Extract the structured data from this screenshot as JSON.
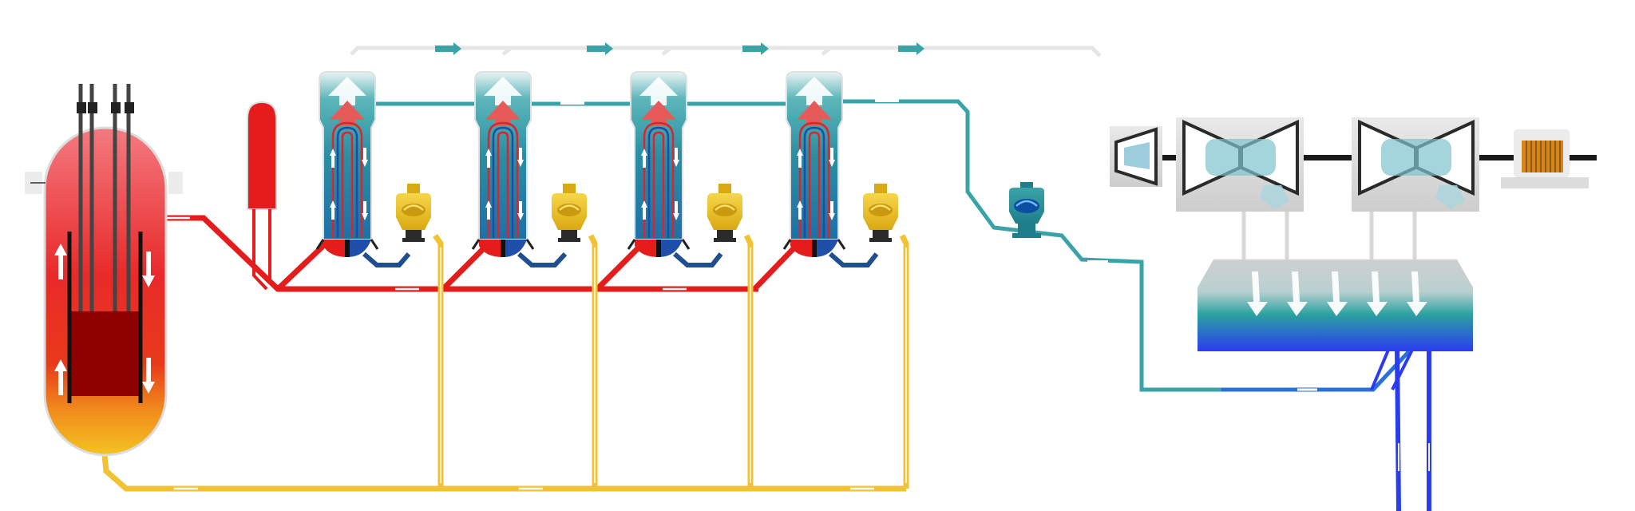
{
  "diagram": {
    "title": "",
    "colors": {
      "primary_hot": "#e41c1c",
      "primary_cold": "#f1c232",
      "secondary_steam": "#3aa3a8",
      "secondary_feed": "#2b6fd9",
      "cooling_water": "#2b3cf0",
      "shaft": "#1a1a1a",
      "generator": "#d4861c",
      "casing": "#d9d9d9"
    },
    "components": [
      {
        "id": "reactor-vessel",
        "icon": "pressure-vessel"
      },
      {
        "id": "pressurizer",
        "icon": "pressurizer"
      },
      {
        "id": "steam-generator",
        "count": 4,
        "icon": "u-tube-steam-generator"
      },
      {
        "id": "primary-coolant-pump",
        "count": 4,
        "icon": "pump"
      },
      {
        "id": "feedwater-pump",
        "icon": "pump"
      },
      {
        "id": "hp-turbine",
        "icon": "turbine"
      },
      {
        "id": "lp-turbine",
        "count": 2,
        "icon": "turbine"
      },
      {
        "id": "generator",
        "icon": "generator"
      },
      {
        "id": "condenser",
        "icon": "condenser"
      }
    ],
    "flows": [
      {
        "from": "reactor-vessel",
        "to": "steam-generator",
        "loop": "primary-hot-leg"
      },
      {
        "from": "steam-generator",
        "to": "primary-coolant-pump",
        "loop": "primary-crossover"
      },
      {
        "from": "primary-coolant-pump",
        "to": "reactor-vessel",
        "loop": "primary-cold-leg"
      },
      {
        "from": "steam-generator",
        "to": "hp-turbine",
        "loop": "main-steam"
      },
      {
        "from": "lp-turbine",
        "to": "condenser",
        "loop": "exhaust-steam"
      },
      {
        "from": "condenser",
        "to": "feedwater-pump",
        "loop": "feedwater"
      },
      {
        "from": "feedwater-pump",
        "to": "steam-generator",
        "loop": "feedwater"
      },
      {
        "from": "condenser",
        "to": "cooling-water",
        "loop": "circulating-water"
      }
    ]
  }
}
